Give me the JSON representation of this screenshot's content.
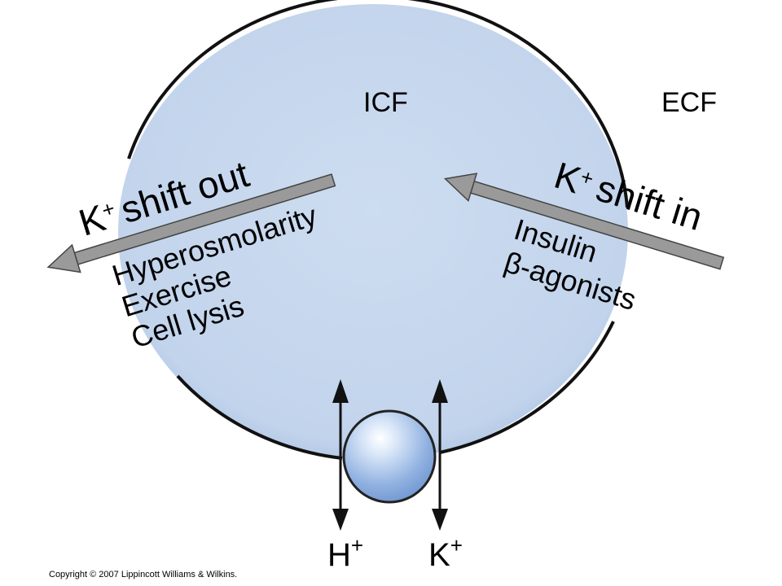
{
  "regions": {
    "icf": "ICF",
    "ecf": "ECF"
  },
  "shift_out": {
    "k": "K",
    "plus": "+",
    "text": "shift out",
    "causes": [
      "Hyperosmolarity",
      "Exercise",
      "Cell lysis"
    ]
  },
  "shift_in": {
    "k": "K",
    "plus": "+",
    "text": "shift in",
    "causes": [
      "Insulin",
      "β-agonists"
    ]
  },
  "exchanger": {
    "h": "H",
    "h_plus": "+",
    "k": "K",
    "k_plus": "+"
  },
  "copyright": "Copyright © 2007 Lippincott Williams & Wilkins.",
  "colors": {
    "cell_fill": "#c7d7ed",
    "cell_stroke": "#111111",
    "arrow_gray": "#9a9a9a",
    "sphere": "#a9c4e8"
  },
  "icons": [
    "shift-out-arrow",
    "shift-in-arrow",
    "exchanger-sphere",
    "h-arrow",
    "k-arrow"
  ]
}
